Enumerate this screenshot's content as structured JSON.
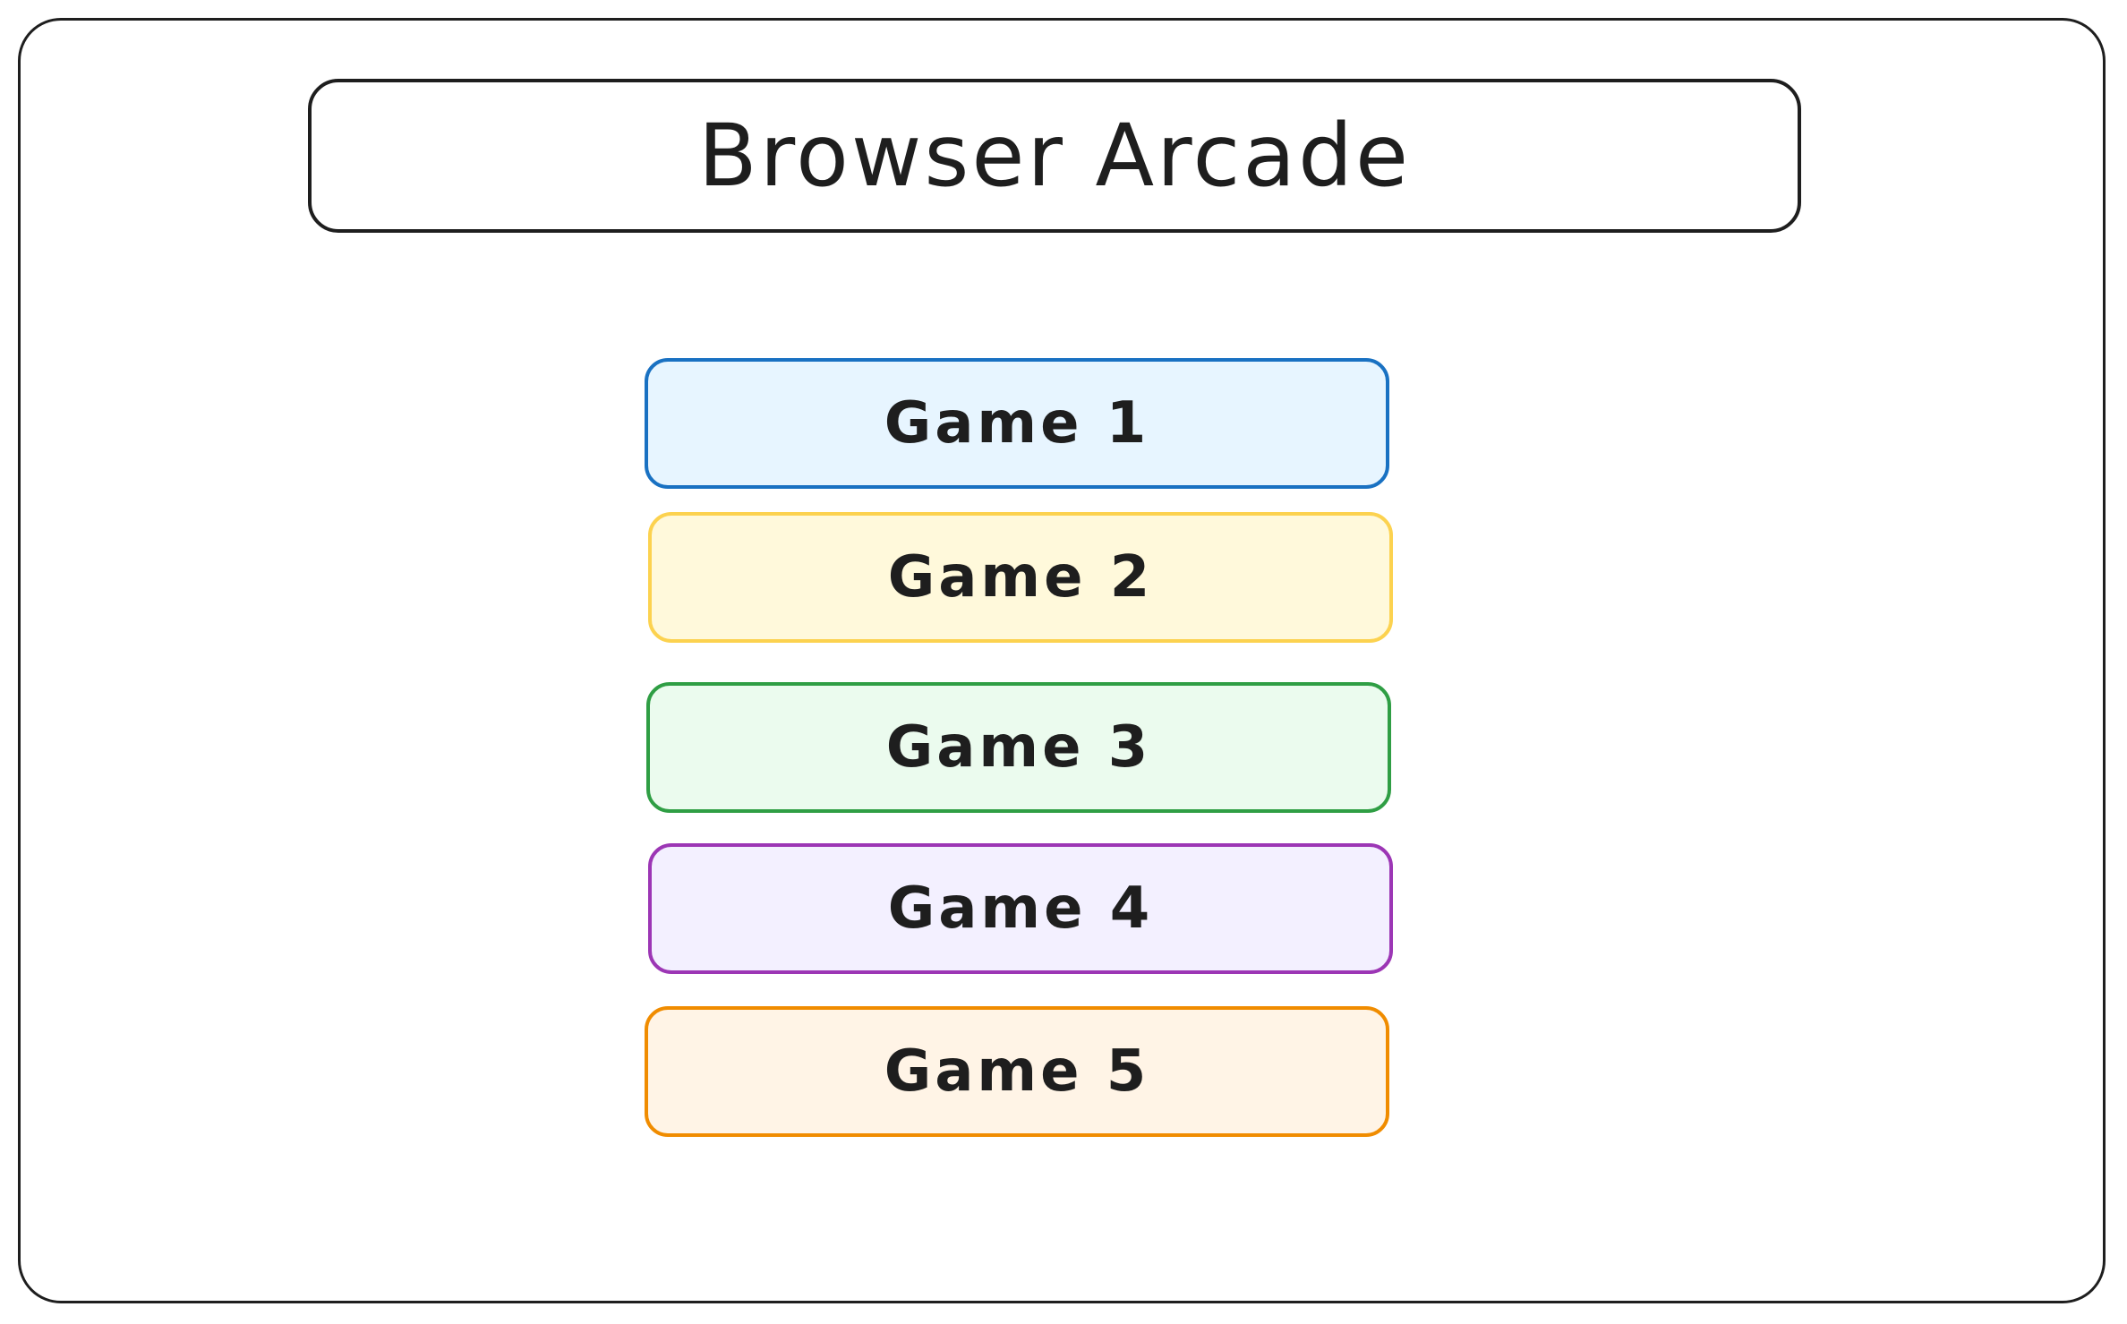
{
  "title": "Browser Arcade",
  "games": [
    {
      "label": "Game 1",
      "border": "#1971c2",
      "fill": "#e7f5ff"
    },
    {
      "label": "Game 2",
      "border": "#fcd24f",
      "fill": "#fff9db"
    },
    {
      "label": "Game 3",
      "border": "#2f9e44",
      "fill": "#ebfbee"
    },
    {
      "label": "Game 4",
      "border": "#9c36b5",
      "fill": "#f3f0ff"
    },
    {
      "label": "Game 5",
      "border": "#f08c00",
      "fill": "#fff4e6"
    }
  ]
}
